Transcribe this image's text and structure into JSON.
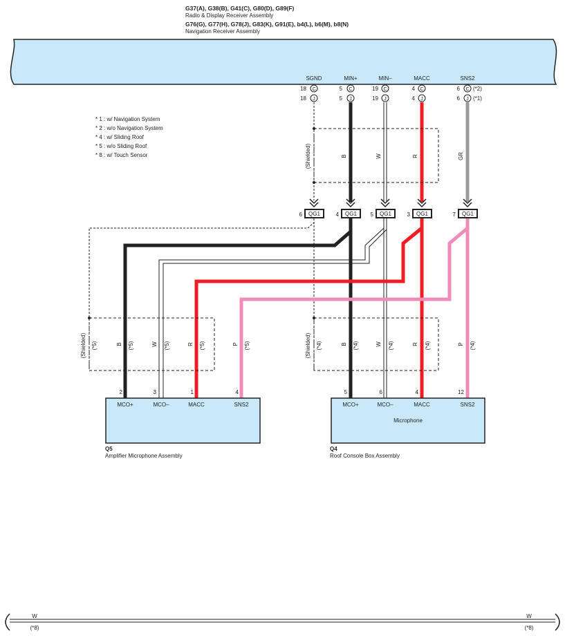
{
  "header": {
    "line1": "G37(A), G38(B), G41(C), G80(D), G89(F)",
    "line2": "Radio & Display Receiver Assembly",
    "line3": "G76(G), G77(H), G78(J), G83(K), G91(E), b4(L), b6(M), b8(N)",
    "line4": "Navigation Receiver Assembly"
  },
  "top_pins": [
    {
      "name": "SGND",
      "c": "18",
      "j": "18",
      "c_letter": "C",
      "j_letter": "J",
      "note_c": "",
      "note_j": ""
    },
    {
      "name": "MIN+",
      "c": "5",
      "j": "5",
      "c_letter": "C",
      "j_letter": "J",
      "note_c": "",
      "note_j": ""
    },
    {
      "name": "MIN–",
      "c": "19",
      "j": "19",
      "c_letter": "C",
      "j_letter": "J",
      "note_c": "",
      "note_j": ""
    },
    {
      "name": "MACC",
      "c": "4",
      "j": "4",
      "c_letter": "C",
      "j_letter": "J",
      "note_c": "",
      "note_j": ""
    },
    {
      "name": "SNS2",
      "c": "6",
      "j": "6",
      "c_letter": "C",
      "j_letter": "J",
      "note_c": "(*2)",
      "note_j": "(*1)"
    }
  ],
  "notes": [
    "* 1 : w/ Navigation System",
    "* 2 : w/o Navigation System",
    "* 4 : w/ Sliding Roof",
    "* 5 : w/o Sliding Roof",
    "* 8 : w/ Touch Sensor"
  ],
  "upper_wire_labels": {
    "shielded": "(Shielded)",
    "b": "B",
    "w": "W",
    "r": "R",
    "gr": "GR"
  },
  "junctions": [
    {
      "pin": "6",
      "label": "QG1"
    },
    {
      "pin": "4",
      "label": "QG1"
    },
    {
      "pin": "5",
      "label": "QG1"
    },
    {
      "pin": "3",
      "label": "QG1"
    },
    {
      "pin": "7",
      "label": "QG1"
    }
  ],
  "lower_left_labels": {
    "shielded": "(Shielded)",
    "note5": "(*5)",
    "b": "B",
    "w": "W",
    "r": "R",
    "p": "P"
  },
  "lower_right_labels": {
    "shielded": "(Shielded)",
    "note4": "(*4)",
    "b": "B",
    "w": "W",
    "r": "R",
    "p": "P"
  },
  "q5": {
    "pins": [
      "2",
      "3",
      "1",
      "4"
    ],
    "terminals": [
      "MCO+",
      "MCO–",
      "MACC",
      "SNS2"
    ],
    "code": "Q5",
    "name": "Amplifier Microphone Assembly"
  },
  "q4": {
    "pins": [
      "5",
      "6",
      "4",
      "12"
    ],
    "terminals": [
      "MCO+",
      "MCO–",
      "MACC",
      "SNS2"
    ],
    "inner": "Microphone",
    "code": "Q4",
    "name": "Roof Console Box Assembly"
  },
  "bottom_bus": {
    "left_label": "W",
    "left_note": "(*8)",
    "right_label": "W",
    "right_note": "(*8)"
  },
  "colors": {
    "component_fill": "#c9e9fb",
    "black_wire": "#222222",
    "red_wire": "#ee1c24",
    "pink_wire": "#f08cbb",
    "gray_wire": "#9b9b9b"
  }
}
